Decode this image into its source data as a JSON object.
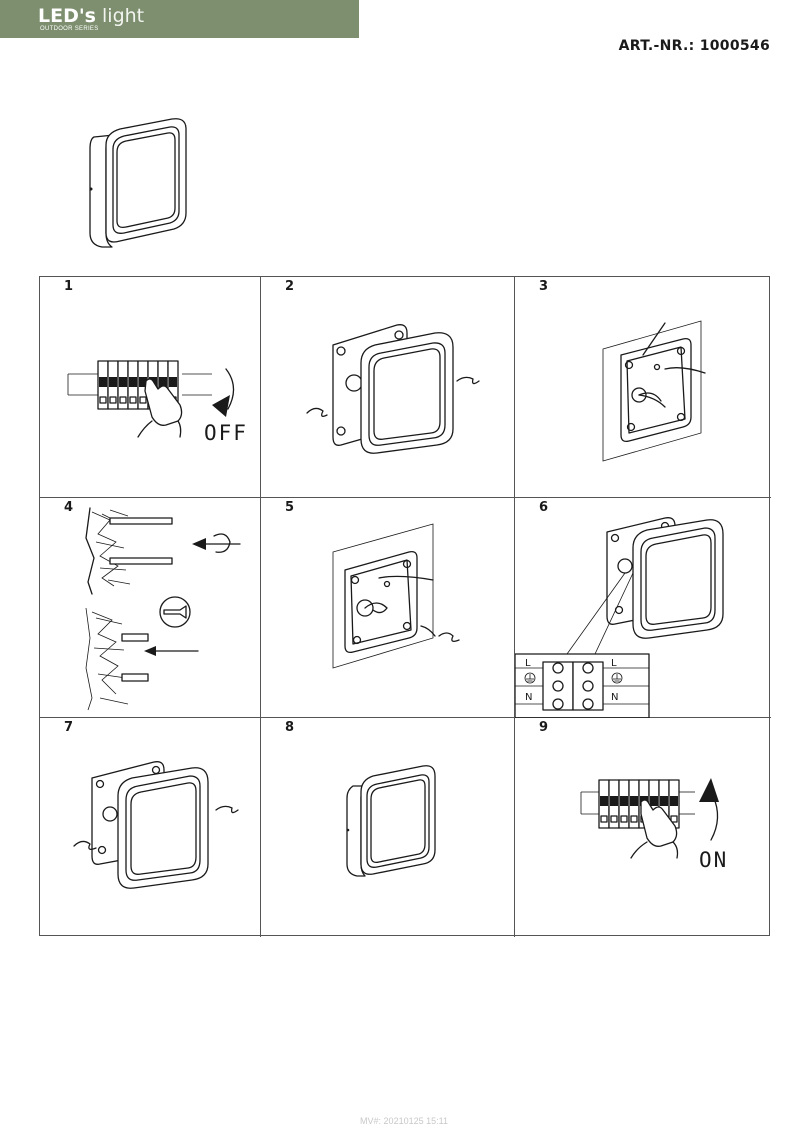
{
  "brand": {
    "title_bold": "LED's",
    "title_light": " light",
    "subtitle": "OUTDOOR SERIES",
    "color": "#7d8f6e"
  },
  "article": {
    "label": "ART.-NR.: 1000546"
  },
  "steps": [
    {
      "number": "1",
      "state": "OFF"
    },
    {
      "number": "2"
    },
    {
      "number": "3"
    },
    {
      "number": "4"
    },
    {
      "number": "5"
    },
    {
      "number": "6",
      "terminals": [
        "L",
        "N",
        "L",
        "N"
      ]
    },
    {
      "number": "7"
    },
    {
      "number": "8"
    },
    {
      "number": "9",
      "state": "ON"
    }
  ],
  "icons": [
    "luminaire-icon",
    "circuit-breaker-icon",
    "drill-icon",
    "screwdriver-icon",
    "ground-icon",
    "arrow-icon"
  ],
  "footer": {
    "version": "MV#: 20210125 15:11"
  }
}
